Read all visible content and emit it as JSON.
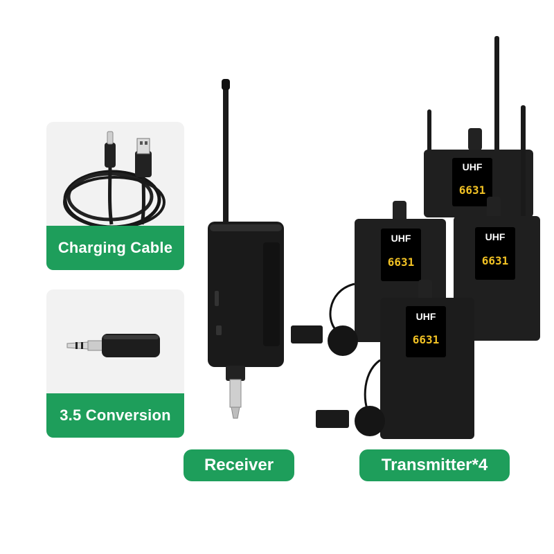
{
  "accessories": {
    "charging_cable": {
      "label": "Charging Cable"
    },
    "conversion": {
      "label": "3.5 Conversion"
    }
  },
  "receiver": {
    "label": "Receiver"
  },
  "transmitter": {
    "label": "Transmitter*4",
    "brand": "UHF",
    "display_digits": "6631"
  },
  "colors": {
    "accent": "#1e9e5b",
    "card_bg": "#f2f2f2",
    "device_body": "#1b1b1b",
    "display": "#f2c224"
  }
}
